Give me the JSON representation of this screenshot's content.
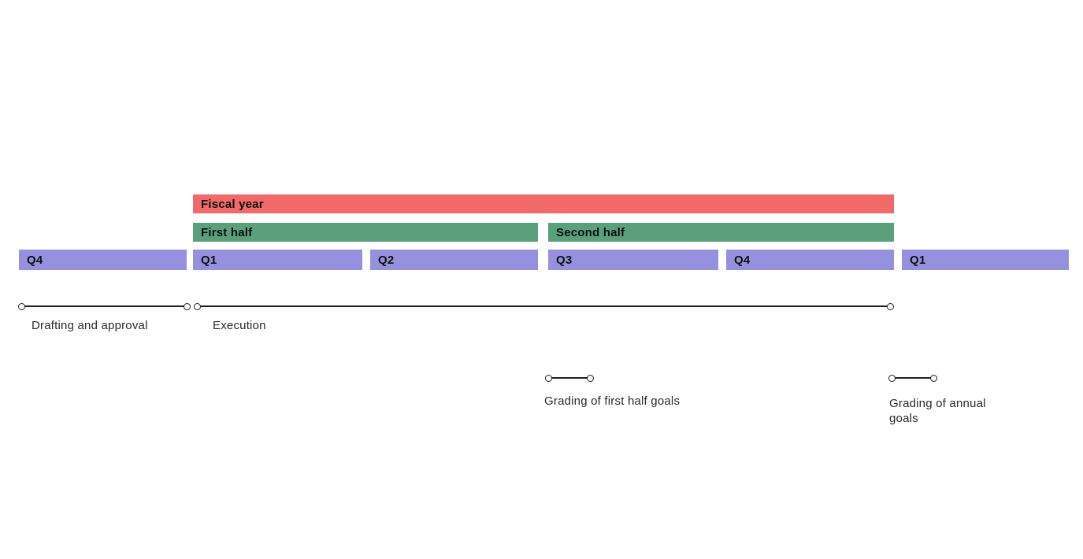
{
  "colors": {
    "fiscal_year_bar": "#f06a6a",
    "half_bar": "#5aa07d",
    "quarter_bar": "#9691de",
    "line": "#1f1f1f",
    "bar_text": "#101010",
    "label_text": "#2b2b2b",
    "background": "#ffffff"
  },
  "bars": {
    "fiscal_year": "Fiscal year",
    "first_half": "First half",
    "second_half": "Second half",
    "quarters": [
      "Q4",
      "Q1",
      "Q2",
      "Q3",
      "Q4",
      "Q1"
    ]
  },
  "milestones": [
    {
      "label": "Drafting and approval"
    },
    {
      "label": "Execution"
    },
    {
      "label": "Grading of first half goals"
    },
    {
      "label": "Grading of annual goals"
    }
  ]
}
